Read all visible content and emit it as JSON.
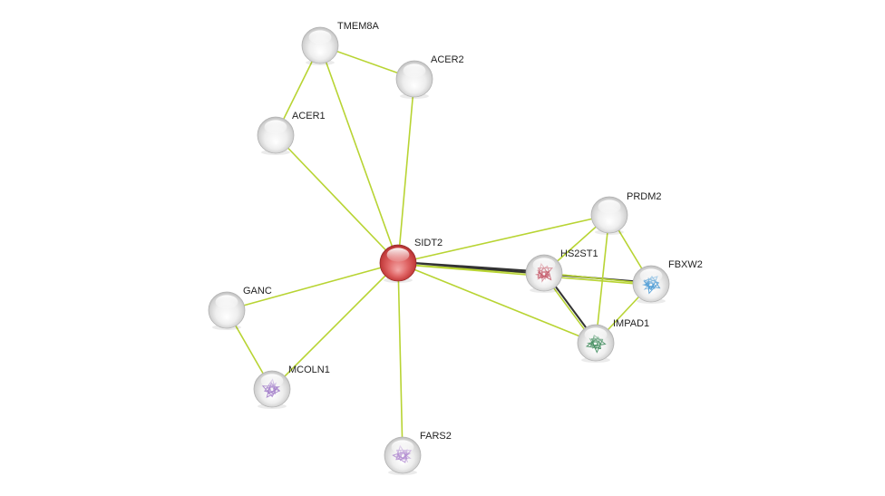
{
  "colors": {
    "background": "#ffffff",
    "query_node": "#d64848",
    "neighbor_node": "#e6e6e6",
    "textmining_edge": "#b8d433",
    "coexpression_edge": "#333333",
    "label": "#222222"
  },
  "nodes": [
    {
      "id": "SIDT2",
      "label": "SIDT2",
      "type": "query",
      "structure": false
    },
    {
      "id": "TMEM8A",
      "label": "TMEM8A",
      "type": "neighbor",
      "structure": false
    },
    {
      "id": "ACER2",
      "label": "ACER2",
      "type": "neighbor",
      "structure": false
    },
    {
      "id": "ACER1",
      "label": "ACER1",
      "type": "neighbor",
      "structure": false
    },
    {
      "id": "PRDM2",
      "label": "PRDM2",
      "type": "neighbor",
      "structure": false
    },
    {
      "id": "HS2ST1",
      "label": "HS2ST1",
      "type": "neighbor",
      "structure": true,
      "structure_color": "#c45a6a"
    },
    {
      "id": "FBXW2",
      "label": "FBXW2",
      "type": "neighbor",
      "structure": true,
      "structure_color": "#4a9ad4"
    },
    {
      "id": "IMPAD1",
      "label": "IMPAD1",
      "type": "neighbor",
      "structure": true,
      "structure_color": "#3d8a5a"
    },
    {
      "id": "GANC",
      "label": "GANC",
      "type": "neighbor",
      "structure": false
    },
    {
      "id": "MCOLN1",
      "label": "MCOLN1",
      "type": "neighbor",
      "structure": true,
      "structure_color": "#a07ac8"
    },
    {
      "id": "FARS2",
      "label": "FARS2",
      "type": "neighbor",
      "structure": true,
      "structure_color": "#b08ad0"
    }
  ],
  "edges": [
    {
      "source": "TMEM8A",
      "target": "ACER2",
      "evidence": [
        "textmining"
      ]
    },
    {
      "source": "TMEM8A",
      "target": "ACER1",
      "evidence": [
        "textmining"
      ]
    },
    {
      "source": "TMEM8A",
      "target": "SIDT2",
      "evidence": [
        "textmining"
      ]
    },
    {
      "source": "ACER2",
      "target": "SIDT2",
      "evidence": [
        "textmining"
      ]
    },
    {
      "source": "ACER1",
      "target": "SIDT2",
      "evidence": [
        "textmining"
      ]
    },
    {
      "source": "SIDT2",
      "target": "PRDM2",
      "evidence": [
        "textmining"
      ]
    },
    {
      "source": "SIDT2",
      "target": "HS2ST1",
      "evidence": [
        "coexpression",
        "textmining"
      ]
    },
    {
      "source": "SIDT2",
      "target": "FBXW2",
      "evidence": [
        "coexpression",
        "textmining"
      ]
    },
    {
      "source": "SIDT2",
      "target": "IMPAD1",
      "evidence": [
        "textmining"
      ]
    },
    {
      "source": "SIDT2",
      "target": "GANC",
      "evidence": [
        "textmining"
      ]
    },
    {
      "source": "SIDT2",
      "target": "MCOLN1",
      "evidence": [
        "textmining"
      ]
    },
    {
      "source": "SIDT2",
      "target": "FARS2",
      "evidence": [
        "textmining"
      ]
    },
    {
      "source": "GANC",
      "target": "MCOLN1",
      "evidence": [
        "textmining"
      ]
    },
    {
      "source": "PRDM2",
      "target": "HS2ST1",
      "evidence": [
        "textmining"
      ]
    },
    {
      "source": "PRDM2",
      "target": "FBXW2",
      "evidence": [
        "textmining"
      ]
    },
    {
      "source": "PRDM2",
      "target": "IMPAD1",
      "evidence": [
        "textmining"
      ]
    },
    {
      "source": "HS2ST1",
      "target": "FBXW2",
      "evidence": [
        "textmining"
      ]
    },
    {
      "source": "HS2ST1",
      "target": "IMPAD1",
      "evidence": [
        "coexpression",
        "textmining"
      ]
    },
    {
      "source": "FBXW2",
      "target": "IMPAD1",
      "evidence": [
        "textmining"
      ]
    }
  ]
}
